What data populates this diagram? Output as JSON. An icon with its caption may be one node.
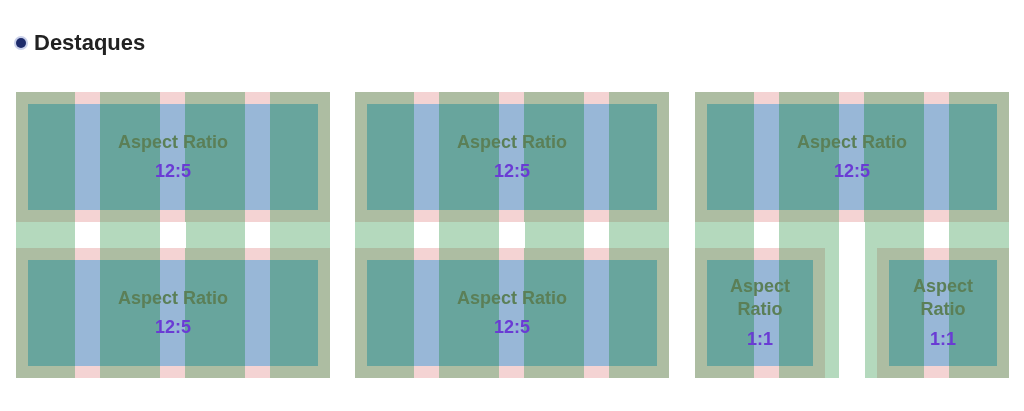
{
  "diagram": {
    "title": "Destaques",
    "nodes": [
      {
        "text": [
          "Aspect Ratio",
          "12:5"
        ]
      },
      {
        "text": [
          "Aspect Ratio",
          "12:5"
        ]
      },
      {
        "text": [
          "Aspect Ratio",
          "12:5"
        ]
      },
      {
        "text": [
          "Aspect Ratio",
          "12:5"
        ]
      },
      {
        "text": [
          "Aspect Ratio",
          "12:5"
        ]
      },
      {
        "text": [
          "Aspect Ratio",
          "1:1"
        ]
      },
      {
        "text": [
          "Aspect Ratio",
          "1:1"
        ]
      }
    ]
  }
}
